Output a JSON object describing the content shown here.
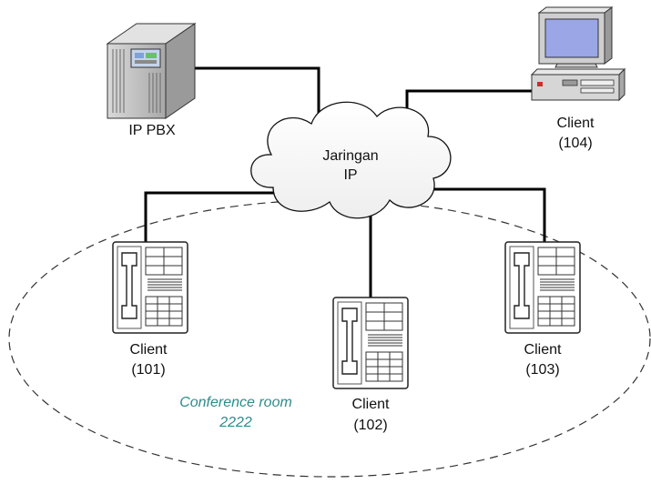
{
  "network": {
    "label_line1": "Jaringan",
    "label_line2": "IP"
  },
  "server": {
    "label": "IP PBX"
  },
  "clients": [
    {
      "name": "Client",
      "ext": "(101)",
      "device": "ip-phone"
    },
    {
      "name": "Client",
      "ext": "(102)",
      "device": "ip-phone"
    },
    {
      "name": "Client",
      "ext": "(103)",
      "device": "ip-phone"
    },
    {
      "name": "Client",
      "ext": "(104)",
      "device": "computer"
    }
  ],
  "conference": {
    "line1": "Conference room",
    "line2": "2222"
  },
  "colors": {
    "link": "#000000",
    "cloud_fill": "#ffffff",
    "device_gray": "#c8c8c8",
    "screen_blue": "#9aa6e6",
    "conference_text": "#2e8b8b"
  }
}
